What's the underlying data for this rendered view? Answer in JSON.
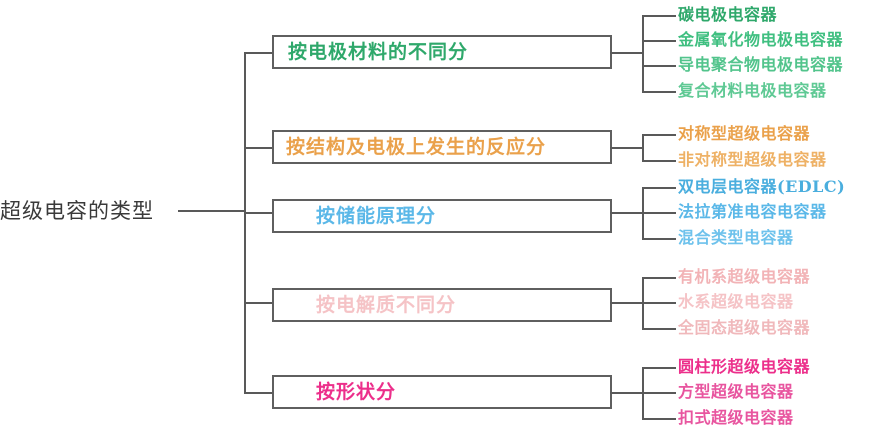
{
  "diagram": {
    "type": "mind-map",
    "root": {
      "label": "超级电容的类型"
    },
    "colors": {
      "line": "#595959",
      "box_border": "#5f5f5f",
      "background": "#ffffff",
      "root_text": "#3a3a3a",
      "branch_1": "#2fa86b",
      "branch_2": "#eaa14b",
      "branch_3": "#5bb8e8",
      "branch_4": "#f5c3c6",
      "branch_5": "#ec2f8b"
    },
    "branches": [
      {
        "label": "按电极材料的不同分",
        "color": "#2fa86b",
        "indent": false,
        "leaves": [
          "碳电极电容器",
          "金属氧化物电极电容器",
          "导电聚合物电极电容器",
          "复合材料电极电容器"
        ]
      },
      {
        "label": "按结构及电极上发生的反应分",
        "color": "#eaa14b",
        "indent": false,
        "leaves": [
          "对称型超级电容器",
          "非对称型超级电容器"
        ]
      },
      {
        "label": "按储能原理分",
        "color": "#5bb8e8",
        "indent": true,
        "leaves": [
          "双电层电容器(EDLC)",
          "法拉第准电容电容器",
          "混合类型电容器"
        ]
      },
      {
        "label": "按电解质不同分",
        "color": "#f5c3c6",
        "indent": true,
        "leaves": [
          "有机系超级电容器",
          "水系超级电容器",
          "全固态超级电容器"
        ]
      },
      {
        "label": "按形状分",
        "color": "#ec2f8b",
        "indent": true,
        "leaves": [
          "圆柱形超级电容器",
          "方型超级电容器",
          "扣式超级电容器"
        ]
      }
    ]
  }
}
